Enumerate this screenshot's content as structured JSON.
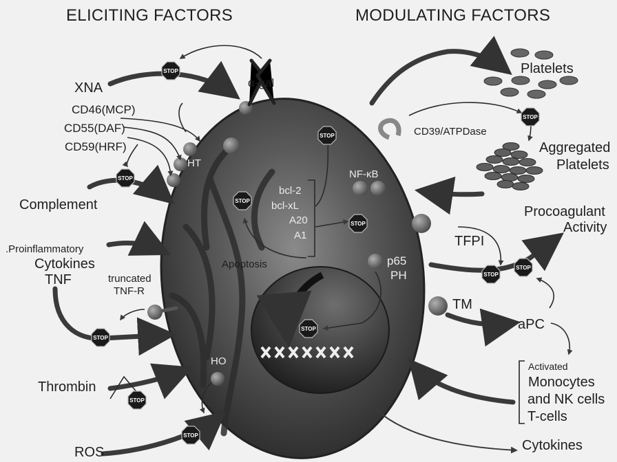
{
  "headings": {
    "eliciting": "ELICITING FACTORS",
    "modulating": "MODULATING FACTORS"
  },
  "left": {
    "xna": "XNA",
    "alpha_gal": "α-gal",
    "cd46": "CD46(MCP)",
    "cd55": "CD55(DAF)",
    "cd59": "CD59(HRF)",
    "complement": "Complement",
    "proinflammatory": ".Proinflammatory",
    "cytokines": "Cytokines",
    "tnf": "TNF",
    "truncated": "truncated",
    "tnf_r": "TNF-R",
    "thrombin": "Thrombin",
    "ros": "ROS"
  },
  "cell": {
    "ht": "HT",
    "nfkb": "NF-κB",
    "bcl2": "bcl-2",
    "bclxl": "bcl-xL",
    "a20": "A20",
    "a1": "A1",
    "apoptosis": "Apoptosis",
    "p65": "p65",
    "ph": "PH",
    "ho": "HO"
  },
  "right": {
    "platelets": "Platelets",
    "cd39": "CD39/ATPDase",
    "aggregated": "Aggregated",
    "aggregated2": "Platelets",
    "procoagulant": "Procoagulant",
    "activity": "Activity",
    "tfpi": "TFPI",
    "tm": "TM",
    "apc": "aPC",
    "activated": "Activated",
    "monocytes": "Monocytes",
    "nk": "and NK cells",
    "tcells": "T-cells",
    "cytokines": "Cytokines"
  },
  "stop_label": "STOP",
  "colors": {
    "background": "#f1f1f1",
    "arrow": "#3a3a3a",
    "cell": "#3c3c3c",
    "stop": "#1a1a1a"
  }
}
